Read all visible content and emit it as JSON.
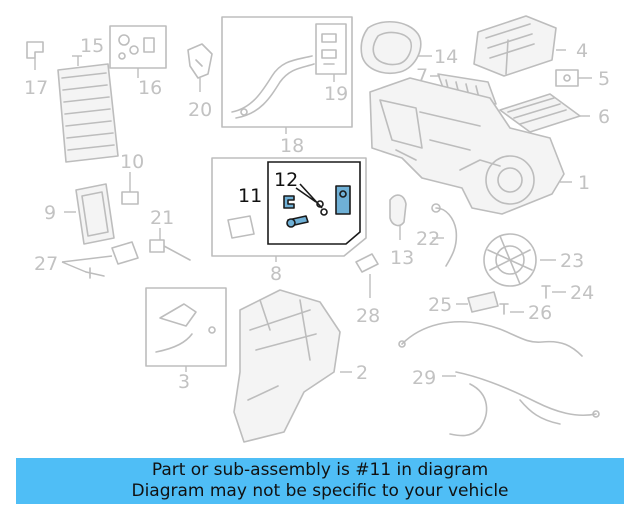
{
  "diagram": {
    "callouts": [
      "1",
      "2",
      "3",
      "4",
      "5",
      "6",
      "7",
      "8",
      "9",
      "10",
      "11",
      "12",
      "13",
      "14",
      "15",
      "16",
      "17",
      "18",
      "19",
      "20",
      "21",
      "22",
      "23",
      "24",
      "25",
      "26",
      "27",
      "28",
      "29"
    ],
    "highlighted": "11",
    "colors": {
      "highlight_fill": "#6fb0d6",
      "banner": "#4fbef6",
      "faded": "#bdbdbd"
    }
  },
  "banner": {
    "line1": "Part or sub-assembly is #11 in diagram",
    "line2": "Diagram may not be specific to your vehicle"
  }
}
